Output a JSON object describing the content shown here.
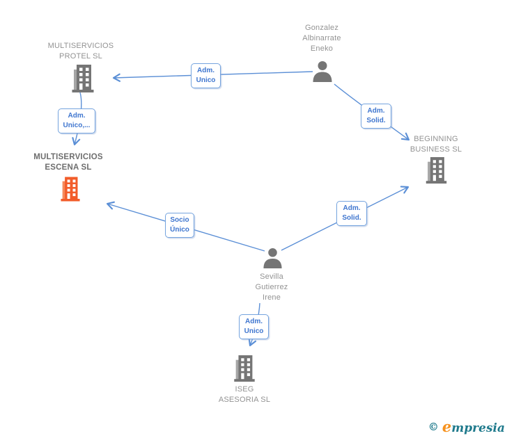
{
  "diagram_type": "corporate-relationship-graph",
  "colors": {
    "edge_blue": "#5b8fd6",
    "relation_box_border": "#74a3de",
    "relation_box_text": "#3f76cf",
    "entity_text_gray": "#929292",
    "highlighted_entity_text": "#6e6e6e",
    "icon_gray": "#757575",
    "icon_gray_light": "#a6a6a6",
    "icon_orange": "#f25c2a",
    "icon_orange_light": "#f68a5c",
    "logo_teal": "#1f7a8c",
    "logo_orange": "#f6921e"
  },
  "entities": {
    "protel": {
      "icon": "building-icon",
      "lines": [
        "MULTISERVICIOS",
        "PROTEL SL"
      ]
    },
    "gonzalez": {
      "icon": "person-icon",
      "lines": [
        "Gonzalez",
        "Albinarrate",
        "Eneko"
      ]
    },
    "escena": {
      "icon": "building-icon",
      "highlighted": true,
      "lines": [
        "MULTISERVICIOS",
        "ESCENA SL"
      ]
    },
    "beginning": {
      "icon": "building-icon",
      "lines": [
        "BEGINNING",
        "BUSINESS SL"
      ]
    },
    "sevilla": {
      "icon": "person-icon",
      "lines": [
        "Sevilla",
        "Gutierrez",
        "Irene"
      ]
    },
    "iseg": {
      "icon": "building-icon",
      "lines": [
        "ISEG",
        "ASESORIA  SL"
      ]
    }
  },
  "relations": {
    "gonzalez_protel": {
      "lines": [
        "Adm.",
        "Unico"
      ]
    },
    "protel_escena": {
      "lines": [
        "Adm.",
        "Unico,..."
      ]
    },
    "gonzalez_beginning": {
      "lines": [
        "Adm.",
        "Solid."
      ]
    },
    "sevilla_beginning": {
      "lines": [
        "Adm.",
        "Solid."
      ]
    },
    "sevilla_escena": {
      "lines": [
        "Socio",
        "Único"
      ]
    },
    "sevilla_iseg": {
      "lines": [
        "Adm.",
        "Unico"
      ]
    }
  },
  "watermark": {
    "copyright": "©",
    "brand_initial": "e",
    "brand_rest": "mpresia"
  }
}
